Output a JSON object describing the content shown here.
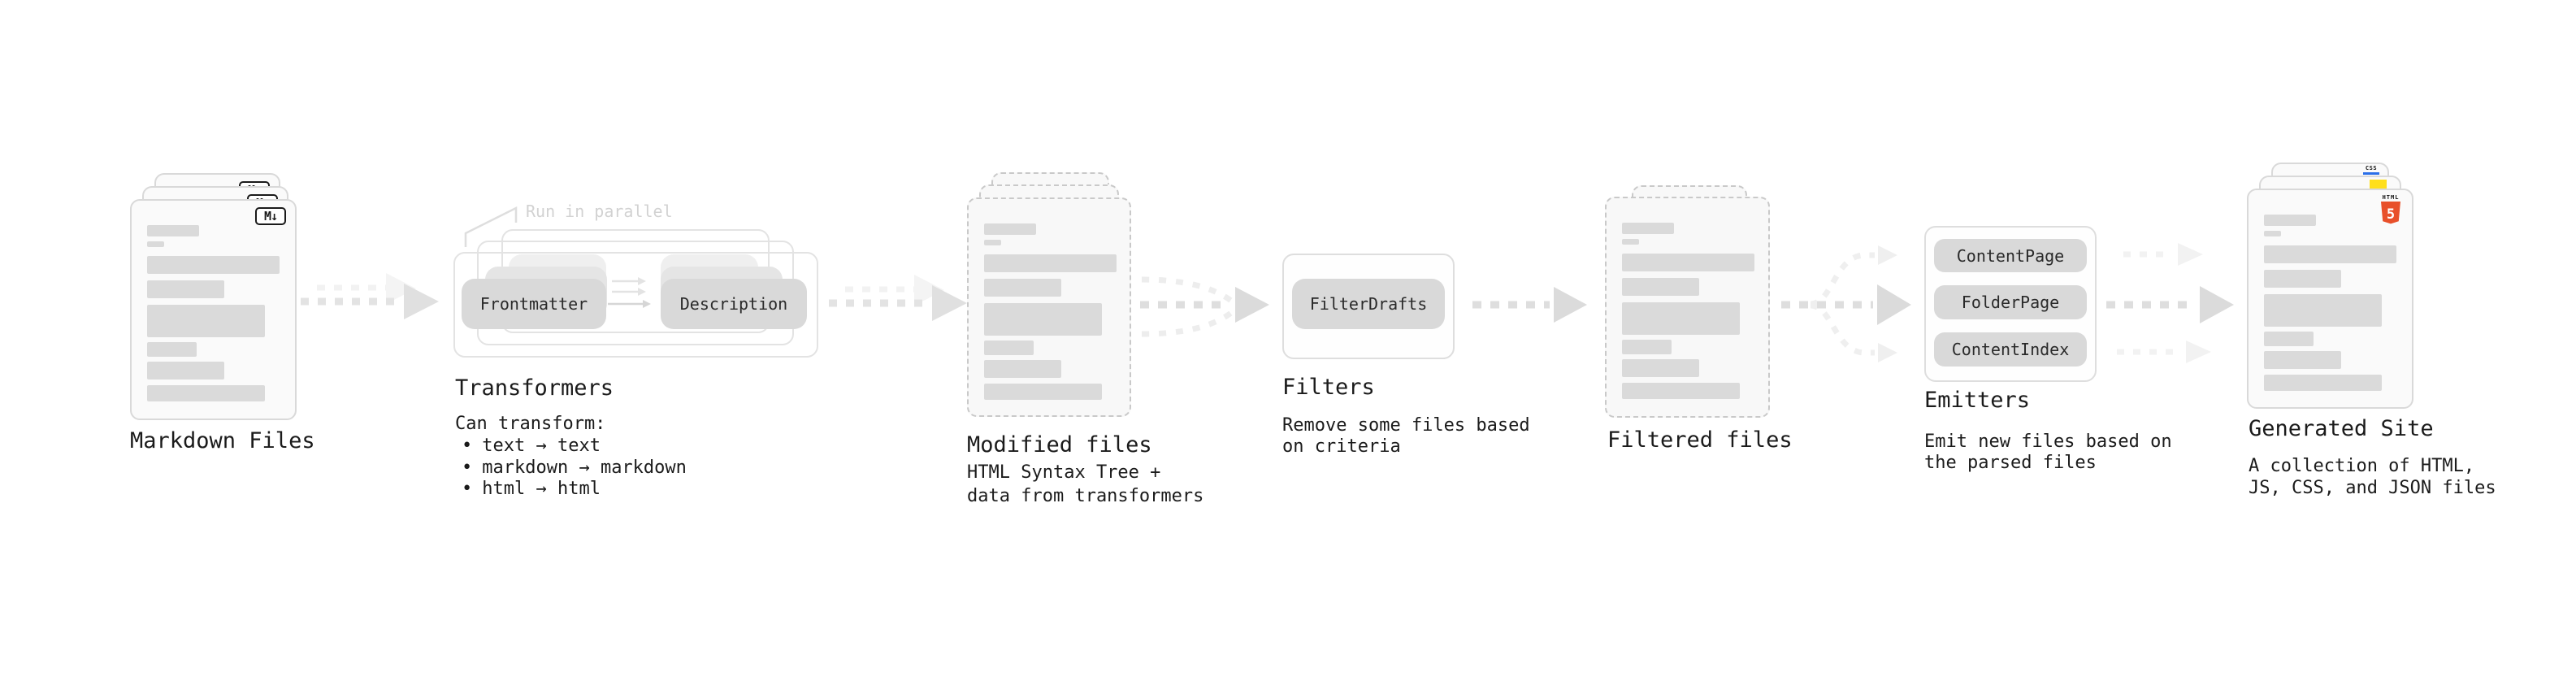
{
  "markdown": {
    "label": "Markdown Files",
    "badge": "M↓"
  },
  "transformers": {
    "title": "Transformers",
    "note": "Run in parallel",
    "pill_left": "Frontmatter",
    "pill_right": "Description",
    "heading": "Can transform:",
    "bullet": "•",
    "bullets": [
      "text → text",
      "markdown → markdown",
      "html → html"
    ]
  },
  "modified": {
    "title": "Modified files",
    "line1": "HTML Syntax Tree +",
    "line2": "data from transformers"
  },
  "filters": {
    "title": "Filters",
    "pill": "FilterDrafts",
    "line1": "Remove some files based",
    "line2": "on criteria"
  },
  "filtered": {
    "title": "Filtered files"
  },
  "emitters": {
    "title": "Emitters",
    "pills": [
      "ContentPage",
      "FolderPage",
      "ContentIndex"
    ],
    "line1": "Emit new files based on",
    "line2": "the parsed files"
  },
  "generated": {
    "title": "Generated Site",
    "line1": "A collection of HTML,",
    "line2": "JS, CSS, and JSON files",
    "html_badge": {
      "label": "HTML",
      "number": "5"
    },
    "css_badge": "CSS"
  },
  "colors": {
    "arrow": "#e3e3e3",
    "arrow_dark": "#dcdcdc",
    "arrow_light": "#f2f2f2",
    "pill": "#d9d9d9",
    "html_orange": "#e8502a",
    "js_yellow": "#ffdf1b",
    "css_blue": "#2b6fe8"
  }
}
